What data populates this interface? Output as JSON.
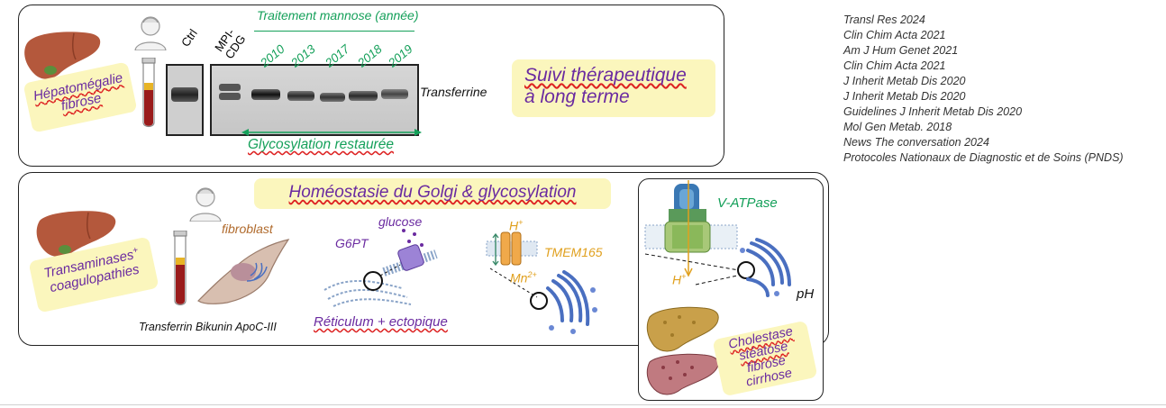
{
  "top_panel": {
    "symptom_line1": "Hépatomégalie",
    "symptom_line2": "fibrose",
    "ctrl_label": "Ctrl",
    "mpi_label_line1": "MPI-",
    "mpi_label_line2": "CDG",
    "treatment_title": "Traitement mannose (année)",
    "years": [
      "2010",
      "2013",
      "2017",
      "2018",
      "2019"
    ],
    "protein_label": "Transferrine",
    "restored_label": "Glycosylation restaurée",
    "followup_line1": "Suivi thérapeutique",
    "followup_line2": "à long terme"
  },
  "bottom_panel": {
    "title": "Homéostasie du Golgi & glycosylation",
    "symptom_line1": "Transaminases",
    "symptom_sup": "+",
    "symptom_line2": "coagulopathies",
    "fibroblast_label": "fibroblast",
    "markers_label": "Transferrin Bikunin ApoC-III",
    "g6pt_label": "G6PT",
    "glucose_label": "glucose",
    "reticulum_label": "Réticulum + ectopique",
    "h_label": "H",
    "h_sup": "+",
    "tmem_label": "TMEM165",
    "mn_label": "Mn",
    "mn_sup": "2+"
  },
  "right_panel": {
    "vatpase_label": "V-ATPase",
    "h_label": "H",
    "h_sup": "+",
    "ph_label": "pH",
    "liver_line1": "Cholestase",
    "liver_line2": "stéatose",
    "liver_line3": "fibrose",
    "liver_line4": "cirrhose"
  },
  "references": [
    "Transl Res 2024",
    "Clin Chim Acta 2021",
    "Am J Hum Genet 2021",
    "Clin Chim Acta 2021",
    "J Inherit Metab Dis 2020",
    "J Inherit Metab Dis 2020",
    "Guidelines J Inherit Metab Dis 2020",
    "Mol Gen Metab. 2018",
    "News The conversation 2024",
    "Protocoles Nationaux de Diagnostic et de Soins (PNDS)"
  ],
  "colors": {
    "green": "#15a05a",
    "purple": "#6a2aa0",
    "orange": "#e0a01e",
    "note_bg": "#fbf6bd",
    "liver": "#b4583c",
    "blood": "#9a1b1b"
  }
}
